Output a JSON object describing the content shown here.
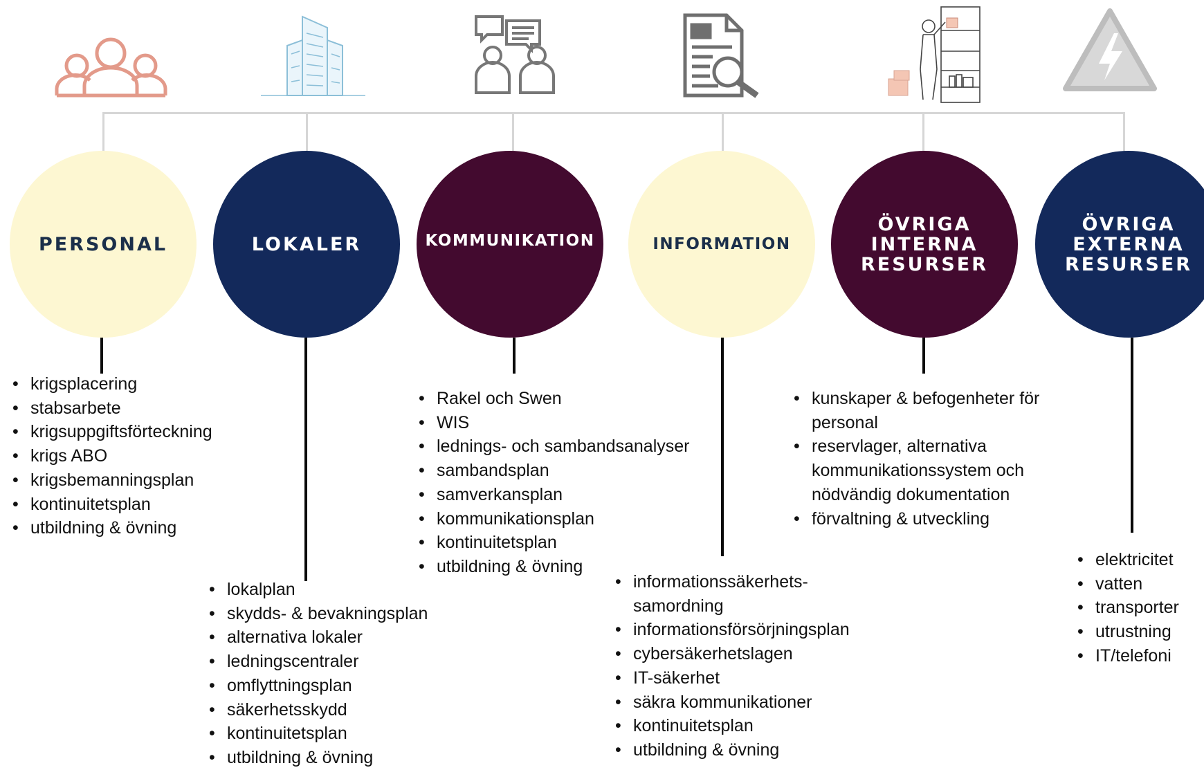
{
  "categories": [
    {
      "title": "PERSONAL",
      "icon": "people-group-icon",
      "items": [
        "krigsplacering",
        "stabsarbete",
        "krigsuppgiftsförteckning",
        "krigs ABO",
        "krigsbemanningsplan",
        "kontinuitetsplan",
        "utbildning & övning"
      ]
    },
    {
      "title": "LOKALER",
      "icon": "office-building-icon",
      "items": [
        "lokalplan",
        "skydds- & bevakningsplan",
        "alternativa lokaler",
        "ledningscentraler",
        "omflyttningsplan",
        "säkerhetsskydd",
        "kontinuitetsplan",
        "utbildning & övning"
      ]
    },
    {
      "title": "KOMMUNIKATION",
      "icon": "conversation-icon",
      "items": [
        "Rakel och Swen",
        "WIS",
        "lednings- och sambandsanalyser",
        "sambandsplan",
        "samverkansplan",
        "kommunikationsplan",
        "kontinuitetsplan",
        "utbildning & övning"
      ]
    },
    {
      "title": "INFORMATION",
      "icon": "document-search-icon",
      "items": [
        "informationssäkerhets-\nsamordning",
        "informationsförsörjningsplan",
        "cybersäkerhetslagen",
        "IT-säkerhet",
        "säkra kommunikationer",
        "kontinuitetsplan",
        "utbildning & övning"
      ]
    },
    {
      "title": "ÖVRIGA\nINTERNA\nRESURSER",
      "icon": "storage-shelf-icon",
      "items": [
        "kunskaper & befogenheter för\npersonal",
        "reservlager, alternativa\nkommunikationssystem och\nnödvändig dokumentation",
        "förvaltning & utveckling"
      ]
    },
    {
      "title": "ÖVRIGA\nEXTERNA\nRESURSER",
      "icon": "warning-electricity-icon",
      "items": [
        "elektricitet",
        "vatten",
        "transporter",
        "utrustning",
        "IT/telefoni"
      ]
    }
  ],
  "colors": {
    "cream": "#fdf7d2",
    "navy": "#13295b",
    "maroon": "#430a2f",
    "connector": "#d6d6d6"
  }
}
